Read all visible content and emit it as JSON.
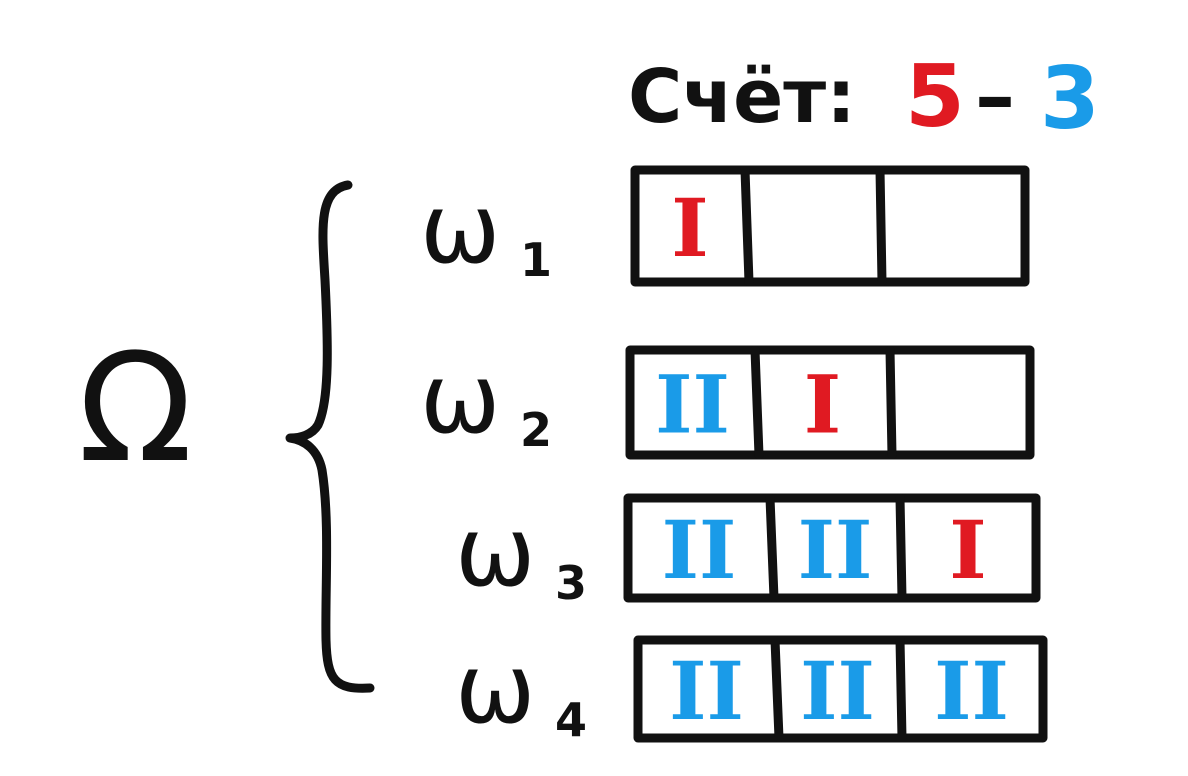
{
  "score": {
    "label": "Счёт:",
    "first": "5",
    "dash": "–",
    "second": "3"
  },
  "omega_symbol": "Ω",
  "colors": {
    "ink": "#111111",
    "player_one": "#e01a22",
    "player_two": "#1a9be8"
  },
  "outcomes": [
    {
      "label": "ω",
      "index": "1",
      "cells": [
        "I",
        "",
        ""
      ],
      "cell_players": [
        "one",
        "",
        ""
      ]
    },
    {
      "label": "ω",
      "index": "2",
      "cells": [
        "II",
        "I",
        ""
      ],
      "cell_players": [
        "two",
        "one",
        ""
      ]
    },
    {
      "label": "ω",
      "index": "3",
      "cells": [
        "II",
        "II",
        "I"
      ],
      "cell_players": [
        "two",
        "two",
        "one"
      ]
    },
    {
      "label": "ω",
      "index": "4",
      "cells": [
        "II",
        "II",
        "II"
      ],
      "cell_players": [
        "two",
        "two",
        "two"
      ]
    }
  ]
}
